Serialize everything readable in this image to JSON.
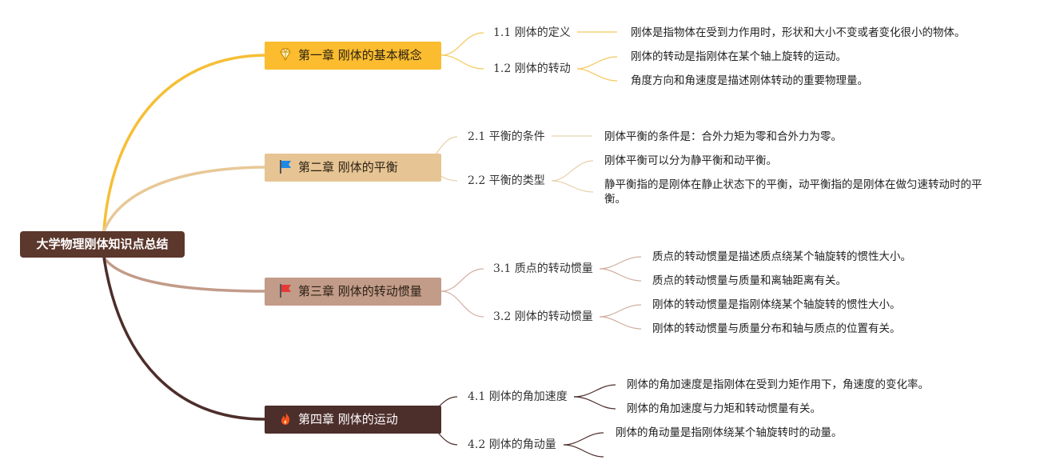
{
  "root": {
    "title": "大学物理刚体知识点总结"
  },
  "colors": {
    "root": "#5b372c",
    "chapter1": "#fbbd2f",
    "chapter2": "#e6c494",
    "chapter3": "#c29b89",
    "chapter4": "#4c2e2b",
    "flag_blue": "#1e88e5",
    "flag_red": "#e53935",
    "fire": "#f4511e"
  },
  "chapters": [
    {
      "title": "第一章 刚体的基本概念",
      "icon": "gem-icon",
      "sections": [
        {
          "num": "1.1",
          "label": "刚体的定义",
          "points": [
            "刚体是指物体在受到力作用时，形状和大小不变或者变化很小的物体。"
          ]
        },
        {
          "num": "1.2",
          "label": "刚体的转动",
          "points": [
            "刚体的转动是指刚体在某个轴上旋转的运动。",
            "角度方向和角速度是描述刚体转动的重要物理量。"
          ]
        }
      ]
    },
    {
      "title": "第二章 刚体的平衡",
      "icon": "blue-flag-icon",
      "sections": [
        {
          "num": "2.1",
          "label": "平衡的条件",
          "points": [
            "刚体平衡的条件是：合外力矩为零和合外力为零。"
          ]
        },
        {
          "num": "2.2",
          "label": "平衡的类型",
          "points": [
            "刚体平衡可以分为静平衡和动平衡。",
            "静平衡指的是刚体在静止状态下的平衡，动平衡指的是刚体在做匀速转动时的平衡。"
          ]
        }
      ]
    },
    {
      "title": "第三章 刚体的转动惯量",
      "icon": "red-flag-icon",
      "sections": [
        {
          "num": "3.1",
          "label": "质点的转动惯量",
          "points": [
            "质点的转动惯量是描述质点绕某个轴旋转的惯性大小。",
            "质点的转动惯量与质量和离轴距离有关。"
          ]
        },
        {
          "num": "3.2",
          "label": "刚体的转动惯量",
          "points": [
            "刚体的转动惯量是指刚体绕某个轴旋转的惯性大小。",
            "刚体的转动惯量与质量分布和轴与质点的位置有关。"
          ]
        }
      ]
    },
    {
      "title": "第四章 刚体的运动",
      "icon": "fire-icon",
      "sections": [
        {
          "num": "4.1",
          "label": "刚体的角加速度",
          "points": [
            "刚体的角加速度是指刚体在受到力矩作用下，角速度的变化率。",
            "刚体的角加速度与力矩和转动惯量有关。"
          ]
        },
        {
          "num": "4.2",
          "label": "刚体的角动量",
          "points": [
            "刚体的角动量是指刚体绕某个轴旋转时的动量。",
            ""
          ]
        }
      ]
    }
  ]
}
